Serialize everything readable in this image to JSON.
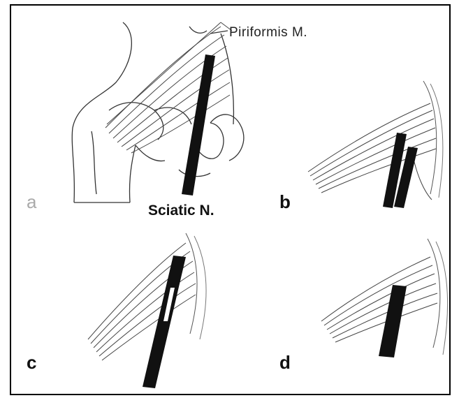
{
  "figure": {
    "labels": {
      "piriformis": "Piriformis M.",
      "sciatic": "Sciatic N."
    },
    "panels": [
      {
        "letter": "a"
      },
      {
        "letter": "b"
      },
      {
        "letter": "c"
      },
      {
        "letter": "d"
      }
    ],
    "colors": {
      "ink": "#111111",
      "muscle_line": "#444444",
      "frame": "#000000"
    }
  }
}
